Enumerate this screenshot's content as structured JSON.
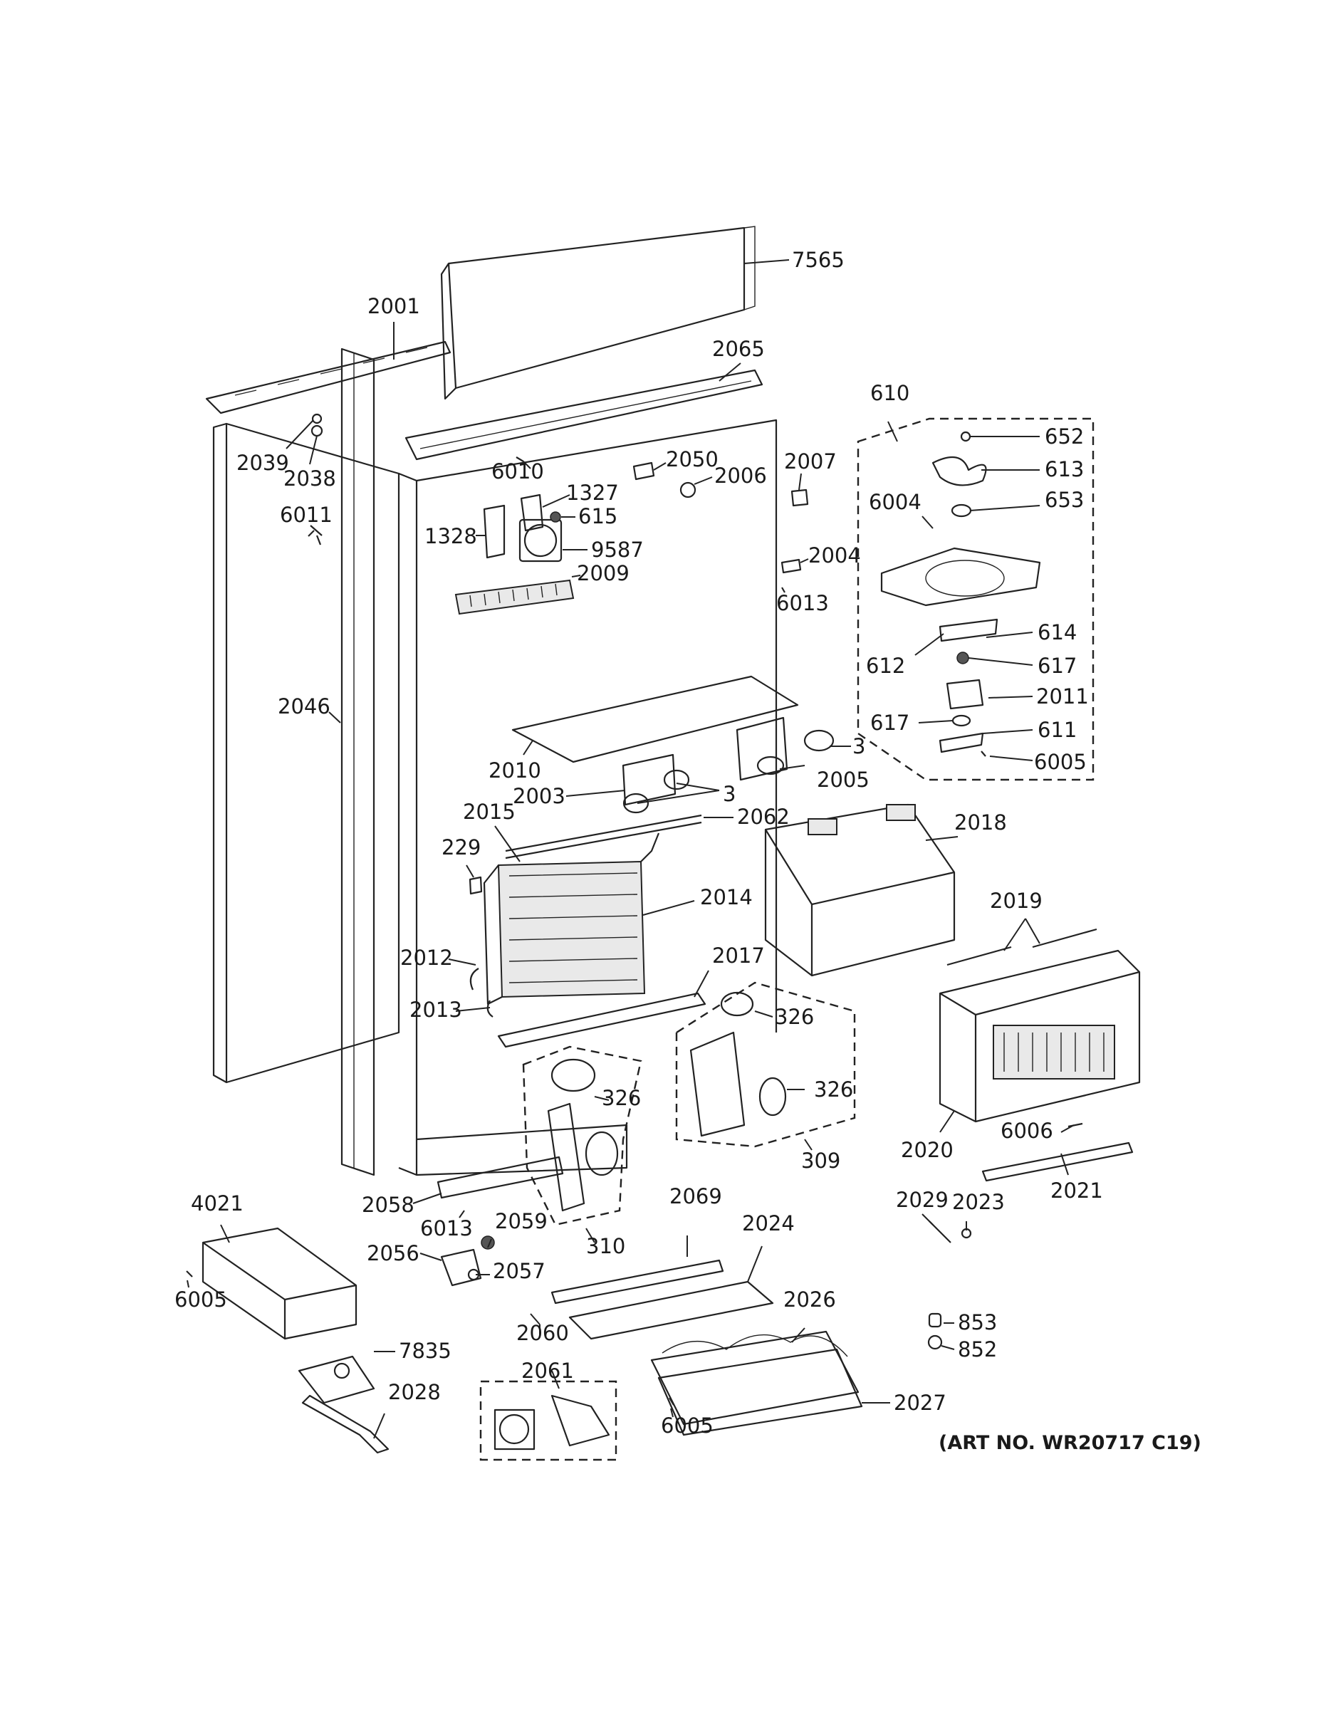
{
  "art_number": "(ART NO. WR20717 C19)",
  "callouts": [
    "7565",
    "2001",
    "2065",
    "610",
    "652",
    "613",
    "653",
    "6004",
    "2039",
    "2038",
    "6010",
    "2050",
    "2006",
    "2007",
    "1327",
    "615",
    "1328",
    "9587",
    "6011",
    "2009",
    "2004",
    "6013",
    "614",
    "612",
    "617",
    "2011",
    "611",
    "6005",
    "2046",
    "2010",
    "2005",
    "3",
    "2003",
    "2062",
    "2015",
    "2018",
    "229",
    "2014",
    "2019",
    "2012",
    "2017",
    "2013",
    "326",
    "2020",
    "309",
    "2058",
    "2059",
    "310",
    "6006",
    "2021",
    "2029",
    "2023",
    "2069",
    "2024",
    "4021",
    "2056",
    "2057",
    "2026",
    "2060",
    "2061",
    "853",
    "852",
    "7835",
    "2028",
    "2027"
  ]
}
